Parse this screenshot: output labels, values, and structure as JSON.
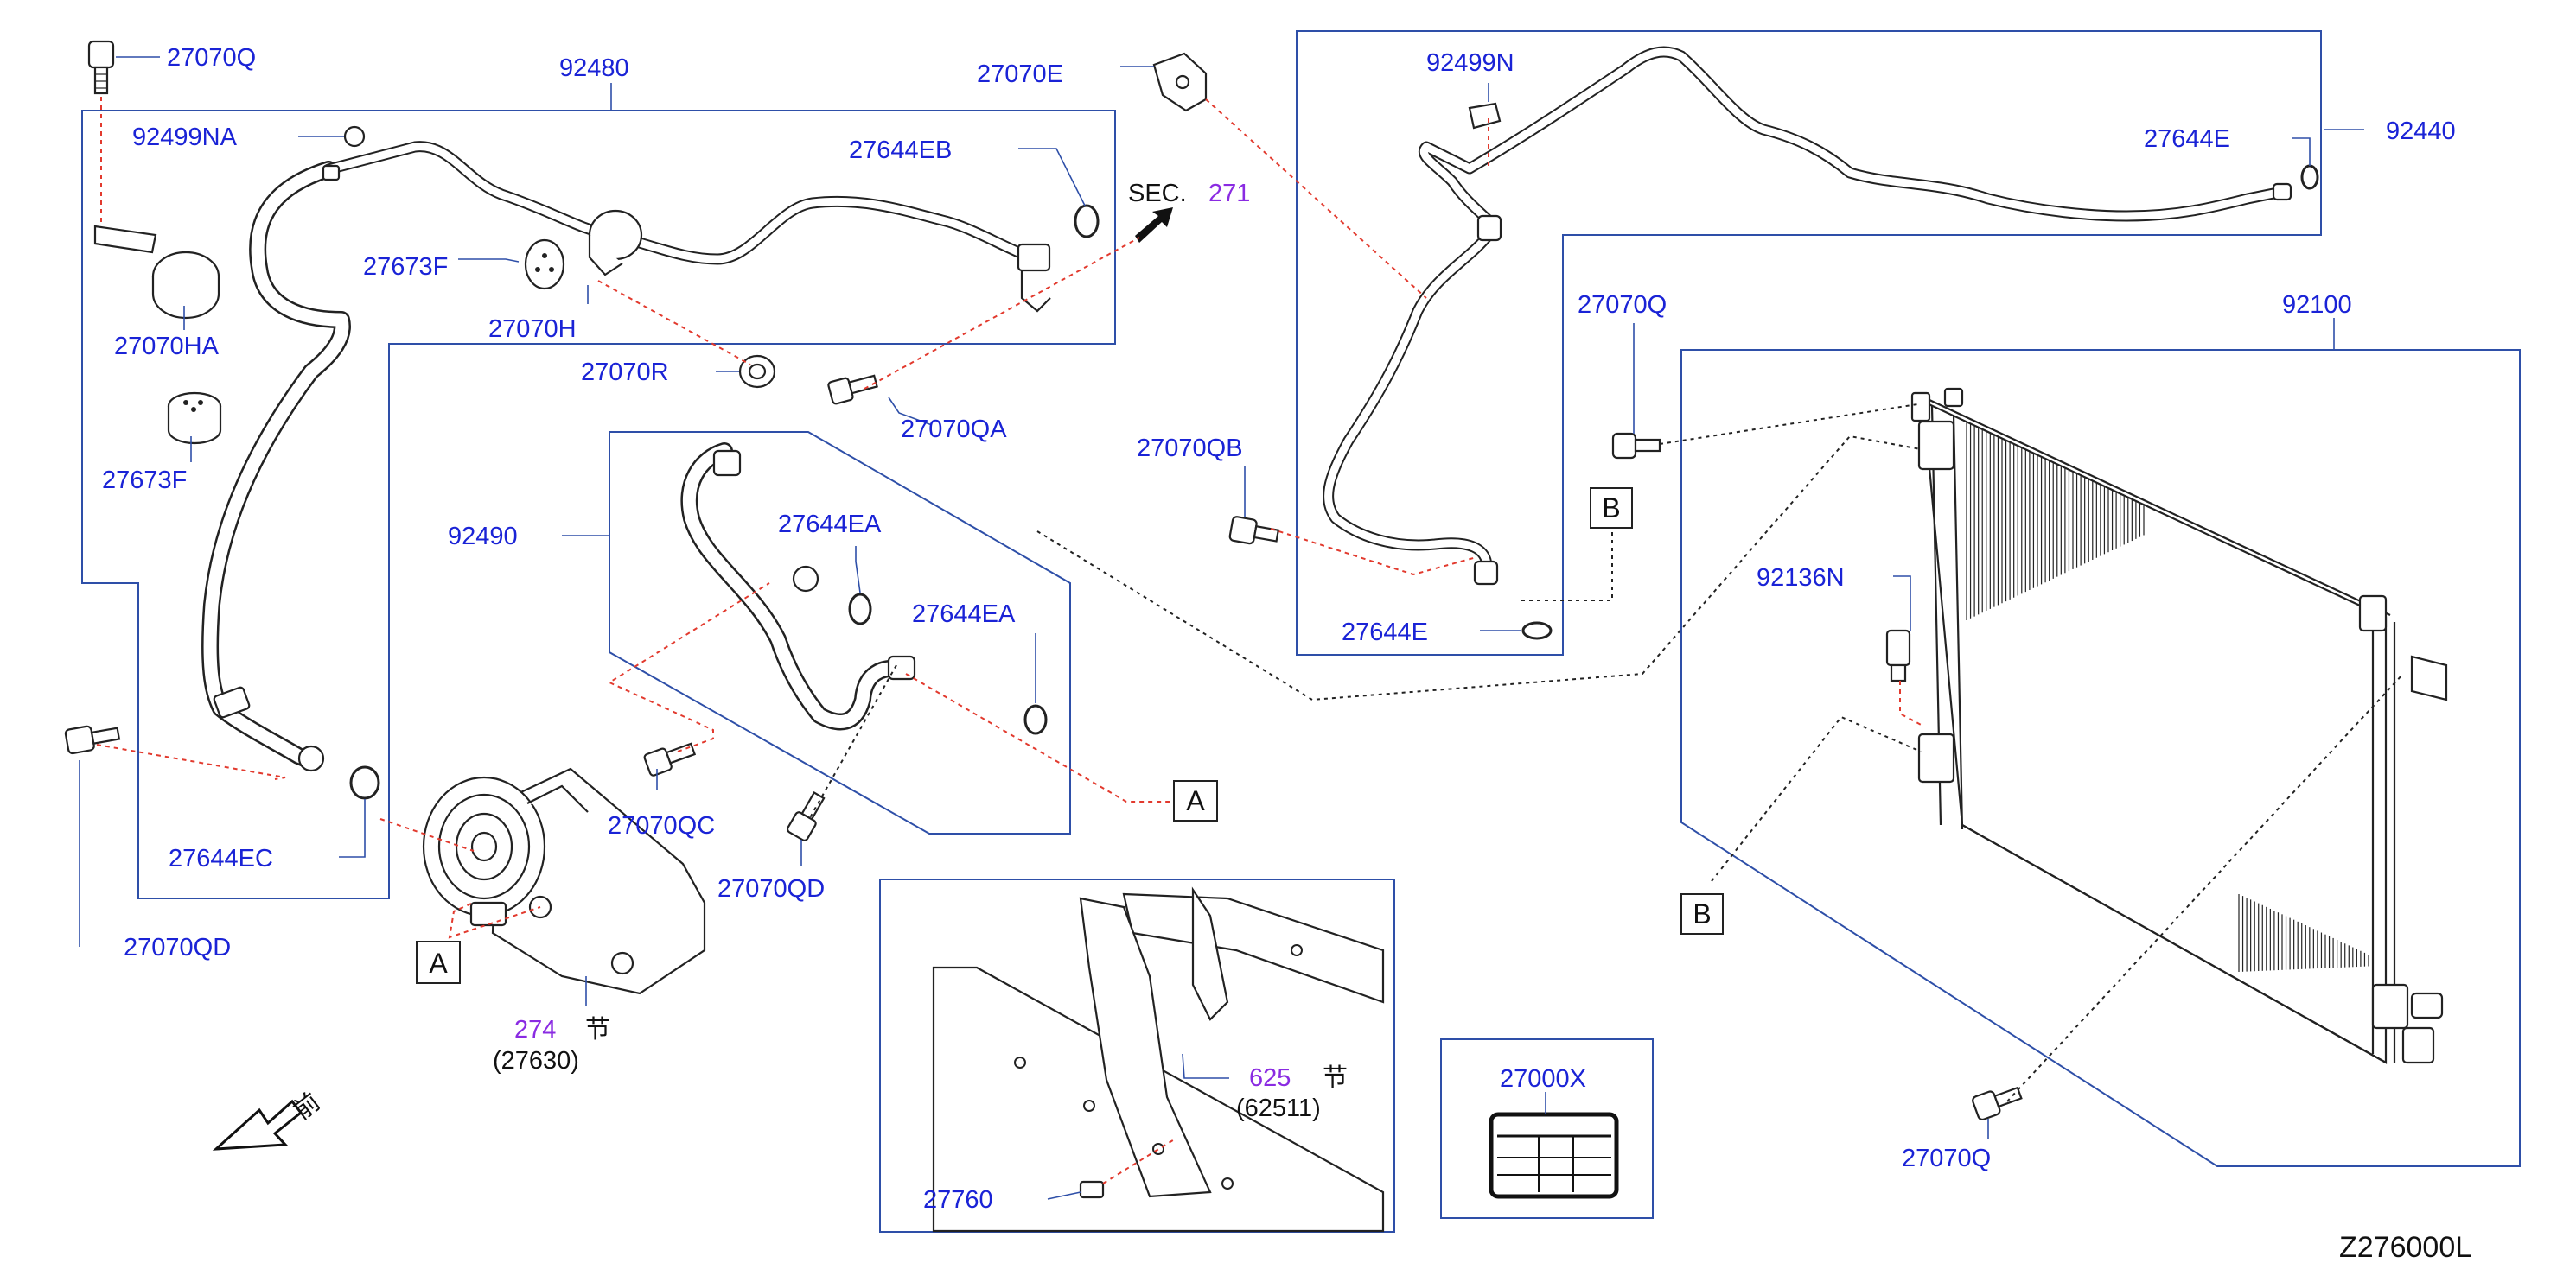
{
  "diagram_id": "Z276000L",
  "labels": {
    "p27070Q_top": "27070Q",
    "p92480": "92480",
    "p92499NA": "92499NA",
    "p27644EB": "27644EB",
    "p27673F_a": "27673F",
    "p27070H": "27070H",
    "p27070HA": "27070HA",
    "p27673F_b": "27673F",
    "p27070R": "27070R",
    "p27070QA": "27070QA",
    "p27070E": "27070E",
    "sec_prefix": "SEC.",
    "sec_number": "271",
    "p92499N": "92499N",
    "p27644E_top": "27644E",
    "p92440": "92440",
    "p27070Q_mid": "27070Q",
    "p92100": "92100",
    "p27070QB": "27070QB",
    "p92490": "92490",
    "p27644EA_a": "27644EA",
    "p27644EA_b": "27644EA",
    "p27644E_bot": "27644E",
    "p92136N": "92136N",
    "p27070QC": "27070QC",
    "p27070QD_mid": "27070QD",
    "p27644EC": "27644EC",
    "p27070QD_left": "27070QD",
    "compressor_sec": "274",
    "compressor_part": "(27630)",
    "section_glyph": "节",
    "front_glyph": "前",
    "support_sec": "625",
    "support_part": "(62511)",
    "p27760": "27760",
    "p27000X": "27000X",
    "p27070Q_bot": "27070Q"
  },
  "markers": {
    "A": "A",
    "B": "B"
  },
  "colors": {
    "part_label": "#1a23d6",
    "section_ref": "#8a2be2",
    "connection_red": "#e23a2e",
    "box_outline": "#2e4fa8"
  },
  "icons": [
    "front-direction-arrow-icon",
    "section-reference-arrow-icon"
  ]
}
